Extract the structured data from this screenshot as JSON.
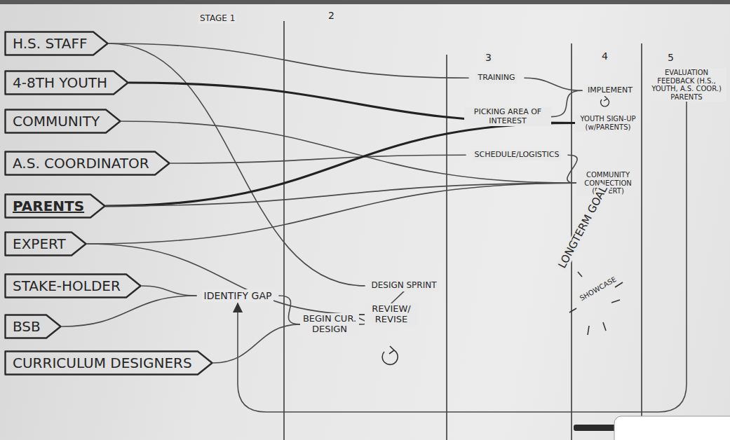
{
  "diagram": {
    "nodes": [
      {
        "text": [
          "H.S. STAFF"
        ]
      },
      {
        "text": [
          "4-8TH YOUTH"
        ]
      },
      {
        "text": [
          "COMMUNITY"
        ]
      },
      {
        "text": [
          "A.S. COORDINATOR"
        ]
      },
      {
        "text": [
          "PARENTS"
        ]
      },
      {
        "text": [
          "EXPERT"
        ]
      },
      {
        "text": [
          "STAKE-HOLDER"
        ]
      },
      {
        "text": [
          "BSB"
        ]
      },
      {
        "text": [
          "CURRICULUM DESIGNERS"
        ]
      },
      {
        "text": [
          "IDENTIFY GAP"
        ]
      },
      {
        "text": [
          "BEGIN CUR. DESIGN"
        ]
      },
      {
        "text": [
          "DESIGN SPRINT"
        ]
      },
      {
        "text": [
          "REVIEW/ REVISE"
        ]
      },
      {
        "text": [
          "TRAINING"
        ]
      },
      {
        "text": [
          "PICKING AREA OF INTEREST"
        ]
      },
      {
        "text": [
          "SCHEDULE/LOGISTICS"
        ]
      },
      {
        "text": [
          "IMPLEMENT"
        ]
      },
      {
        "text": [
          "YOUTH SIGN-UP (w/PARENTS)"
        ]
      },
      {
        "text": [
          "COMMUNITY CONNECTION (EXPERT)"
        ]
      },
      {
        "text": [
          "EVALUATION FEEDBACK (H.S., YOUTH, A.S. COOR.) PARENTS"
        ]
      }
    ],
    "edges": [
      {
        "from": 0,
        "to": 13,
        "arrow": "none"
      },
      {
        "from": 0,
        "to": 11,
        "arrow": "none"
      },
      {
        "from": 1,
        "to": 17,
        "arrow": "none"
      },
      {
        "from": 2,
        "to": 18,
        "arrow": "none"
      },
      {
        "from": 3,
        "to": 15,
        "arrow": "none"
      },
      {
        "from": 4,
        "to": 17,
        "arrow": "none"
      },
      {
        "from": 4,
        "to": 18,
        "arrow": "none"
      },
      {
        "from": 5,
        "to": 12,
        "arrow": "none"
      },
      {
        "from": 5,
        "to": 18,
        "arrow": "none"
      },
      {
        "from": 6,
        "to": 9,
        "arrow": "none"
      },
      {
        "from": 7,
        "to": 9,
        "arrow": "none"
      },
      {
        "from": 8,
        "to": 10,
        "arrow": "none"
      },
      {
        "from": 9,
        "to": 10,
        "arrow": "none"
      },
      {
        "from": 10,
        "to": 12,
        "arrow": "none"
      },
      {
        "from": 11,
        "to": 12,
        "arrow": "none"
      },
      {
        "from": 13,
        "to": 16,
        "arrow": "none"
      },
      {
        "from": 14,
        "to": 16,
        "arrow": "none"
      },
      {
        "from": 15,
        "to": 18,
        "arrow": "none"
      },
      {
        "from": 19,
        "to": 9,
        "arrow": "to"
      }
    ],
    "labels": [
      "STAGE 1",
      "2",
      "3",
      "4",
      "5",
      "LONGTERM GOAL",
      "SHOWCASE"
    ]
  }
}
